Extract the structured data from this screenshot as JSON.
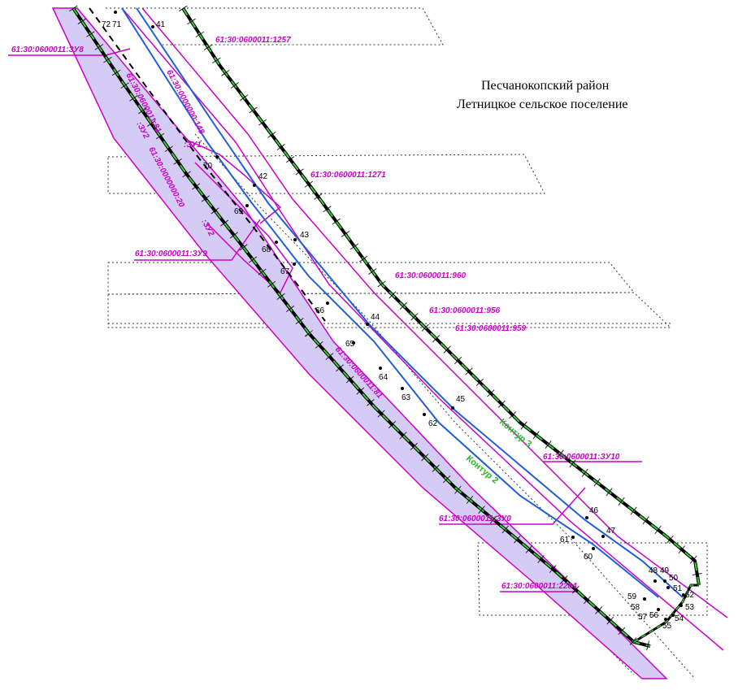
{
  "title": {
    "line1": "Песчанокопский район",
    "line2": "Летницкое сельское поселение"
  },
  "colors": {
    "cadastral": "#cc00cc",
    "band_fill": "#d4ccf5",
    "contour_green": "#33cc33",
    "boundary_black": "#000000",
    "axis_blue": "#1f5fd6",
    "parcel_dotted": "#333333"
  },
  "cadastral_labels": {
    "zu8": "61:30:0600011:ЗУ8",
    "p1257": "61:30:0600011:1257",
    "p81_upper": "61:30:0600011:81",
    "p148": "61:30:0000000:148",
    "zu2_a": ":ЗУ2",
    "p20": "61:30:0000000:20",
    "zu1": ":ЗУ1",
    "p1271": "61:30:0600011:1271",
    "zu2_b": ":ЗУ2",
    "zu9": "61:30:0600011:ЗУ9",
    "p960": "61:30:0600011:960",
    "p956": "61:30:0600011:956",
    "p959": "61:30:0600011:959",
    "p81_lower": "61:30:0600011:81",
    "zu10": "61:30:0600011:ЗУ10",
    "zu10_lower": "61:30:0600011:ЗУ0",
    "p2284": "61:30:0600011:2284"
  },
  "contour_labels": {
    "contour3": "Контур 3",
    "contour2": "Контур 2"
  },
  "points": {
    "p72": "72",
    "p71": "71",
    "p41": "41",
    "p70": "70",
    "p42": "42",
    "p69": "69",
    "p43": "43",
    "p68": "68",
    "p67": "67",
    "p66": "66",
    "p44": "44",
    "p65": "65",
    "p64": "64",
    "p63": "63",
    "p45": "45",
    "p62": "62",
    "p46": "46",
    "p47": "47",
    "p61": "61",
    "p60": "60",
    "p48": "48",
    "p49": "49",
    "p50": "50",
    "p51": "51",
    "p52": "52",
    "p59": "59",
    "p58": "58",
    "p56": "56",
    "p57": "57",
    "p55": "55",
    "p54": "54",
    "p53": "53"
  }
}
